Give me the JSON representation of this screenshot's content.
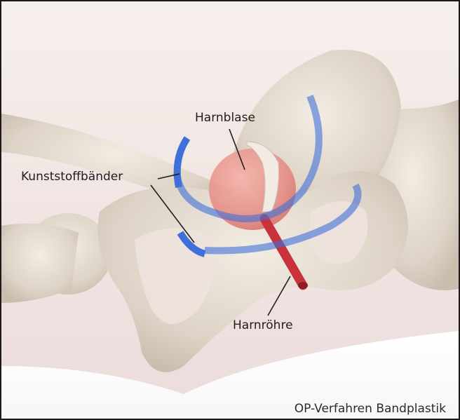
{
  "diagram": {
    "labels": {
      "harnblase": "Harnblase",
      "kunststoffbaender": "Kunststoffbänder",
      "harnroehre": "Harnröhre"
    },
    "caption": "OP-Verfahren Bandplastik"
  },
  "colors": {
    "bone": "#e4dbcf",
    "bladder": "#e58f87",
    "urethra": "#c9323a",
    "band": "#3f6fd8",
    "background": "#f1e6e3"
  }
}
